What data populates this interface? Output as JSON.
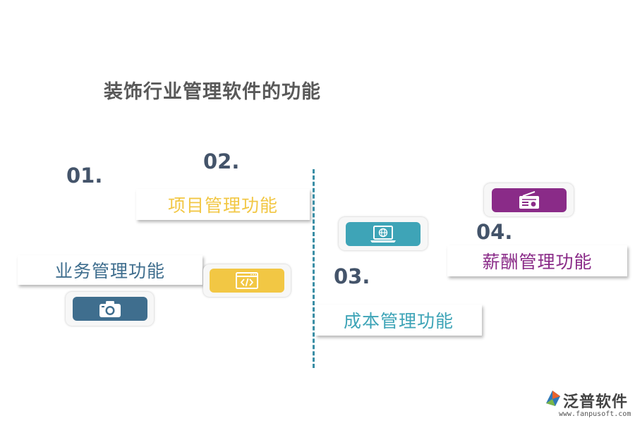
{
  "title": "装饰行业管理软件的功能",
  "items": [
    {
      "number": "01.",
      "label": "业务管理功能",
      "color": "#3f6e8e",
      "icon": "camera-icon"
    },
    {
      "number": "02.",
      "label": "项目管理功能",
      "color": "#f2c744",
      "icon": "code-window-icon"
    },
    {
      "number": "03.",
      "label": "成本管理功能",
      "color": "#3ea4b7",
      "icon": "laptop-globe-icon"
    },
    {
      "number": "04.",
      "label": "薪酬管理功能",
      "color": "#8a2b88",
      "icon": "radio-icon"
    }
  ],
  "logo": {
    "name": "泛普软件",
    "url": "www.fanpusoft.com"
  }
}
